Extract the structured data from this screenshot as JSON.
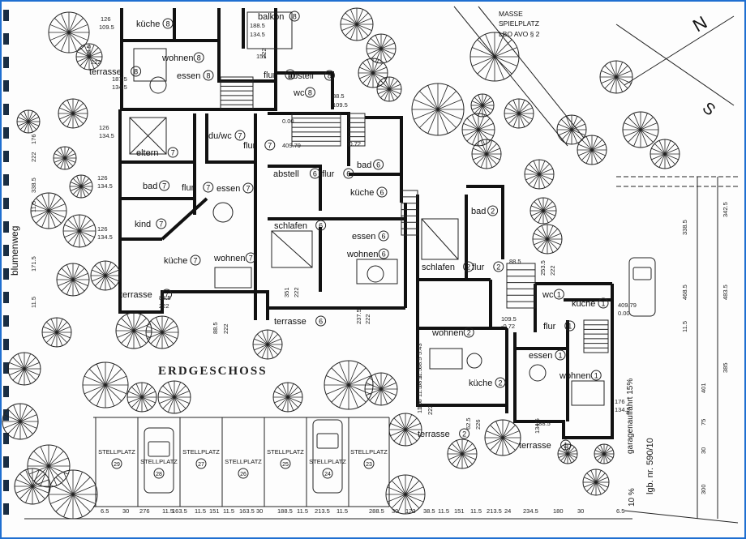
{
  "plan": {
    "title": "ERDGESCHOSS",
    "street": "blumenweg",
    "corner_note_lines": [
      "MASSE",
      "SPIELPLATZ",
      "LBO AVO § 2"
    ],
    "driveway": "garagenauffahrt 15%",
    "plot_ref": "lgb. nr. 590/10",
    "slope": "10 %",
    "rooms": [
      {
        "name": "küche",
        "unit": "8"
      },
      {
        "name": "balkon",
        "unit": "8"
      },
      {
        "name": "wohnen",
        "unit": "8"
      },
      {
        "name": "essen",
        "unit": "8"
      },
      {
        "name": "terrasse",
        "unit": "8"
      },
      {
        "name": "flur",
        "unit": "8"
      },
      {
        "name": "abstell",
        "unit": "8"
      },
      {
        "name": "wc",
        "unit": "8"
      },
      {
        "name": "eltern",
        "unit": "7"
      },
      {
        "name": "du/wc",
        "unit": "7"
      },
      {
        "name": "flur",
        "unit": "7"
      },
      {
        "name": "bad",
        "unit": "7"
      },
      {
        "name": "flur",
        "unit": "7"
      },
      {
        "name": "essen",
        "unit": "7"
      },
      {
        "name": "kind",
        "unit": "7"
      },
      {
        "name": "küche",
        "unit": "7"
      },
      {
        "name": "wohnen",
        "unit": "7"
      },
      {
        "name": "terrasse",
        "unit": "7"
      },
      {
        "name": "abstell",
        "unit": "6"
      },
      {
        "name": "flur",
        "unit": "6"
      },
      {
        "name": "bad",
        "unit": "6"
      },
      {
        "name": "küche",
        "unit": "6"
      },
      {
        "name": "schlafen",
        "unit": "6"
      },
      {
        "name": "essen",
        "unit": "6"
      },
      {
        "name": "wohnen",
        "unit": "6"
      },
      {
        "name": "terrasse",
        "unit": "6"
      },
      {
        "name": "bad",
        "unit": "2"
      },
      {
        "name": "schlafen",
        "unit": "2"
      },
      {
        "name": "flur",
        "unit": "2"
      },
      {
        "name": "wohnen",
        "unit": "2"
      },
      {
        "name": "küche",
        "unit": "2"
      },
      {
        "name": "terrasse",
        "unit": "2"
      },
      {
        "name": "wc",
        "unit": "1"
      },
      {
        "name": "küche",
        "unit": "1"
      },
      {
        "name": "flur",
        "unit": "1"
      },
      {
        "name": "essen",
        "unit": "1"
      },
      {
        "name": "wohnen",
        "unit": "1"
      },
      {
        "name": "terrasse",
        "unit": "1"
      }
    ],
    "parking": [
      {
        "label": "STELLPLATZ",
        "num": "29"
      },
      {
        "label": "STELLPLATZ",
        "num": "28"
      },
      {
        "label": "STELLPLATZ",
        "num": "27"
      },
      {
        "label": "STELLPLATZ",
        "num": "26"
      },
      {
        "label": "STELLPLATZ",
        "num": "25"
      },
      {
        "label": "STELLPLATZ",
        "num": "24"
      },
      {
        "label": "STELLPLATZ",
        "num": "23"
      }
    ],
    "dims": [
      "126",
      "109.5",
      "188.5",
      "134.5",
      "151",
      "222",
      "88.5",
      "222",
      "187.5",
      "134.5",
      "88.5",
      "109.5",
      "0.00",
      "409.79",
      "-0.72",
      "126",
      "134.5",
      "126",
      "134.5",
      "126",
      "134.5",
      "88.5",
      "222",
      "88.5",
      "222",
      "351",
      "222",
      "237.5",
      "222",
      "253.5",
      "222",
      "88.5",
      "109.5",
      "-0.72",
      "409.79",
      "0.00",
      "176",
      "134.5",
      "188.5",
      "134.5",
      "176",
      "222",
      "62.5",
      "226",
      "176",
      "222",
      "338.5",
      "11.5",
      "171.5",
      "11.5",
      "5.43",
      "11.5",
      "58.5",
      "11.5",
      "68.5",
      "11.5"
    ],
    "bottom_dims": [
      "6.5",
      "30",
      "276",
      "11.5",
      "163.5",
      "11.5",
      "151",
      "11.5",
      "163.5",
      "30",
      "188.5",
      "11.5",
      "213.5",
      "11.5",
      "288.5",
      "30",
      "123",
      "38.5",
      "11.5",
      "151",
      "11.5",
      "213.5",
      "24",
      "234.5",
      "180",
      "30",
      "6.5"
    ],
    "right_dims": [
      "342.5",
      "338.5",
      "468.5",
      "483.5",
      "11.5",
      "385",
      "401",
      "75",
      "30",
      "300"
    ]
  }
}
